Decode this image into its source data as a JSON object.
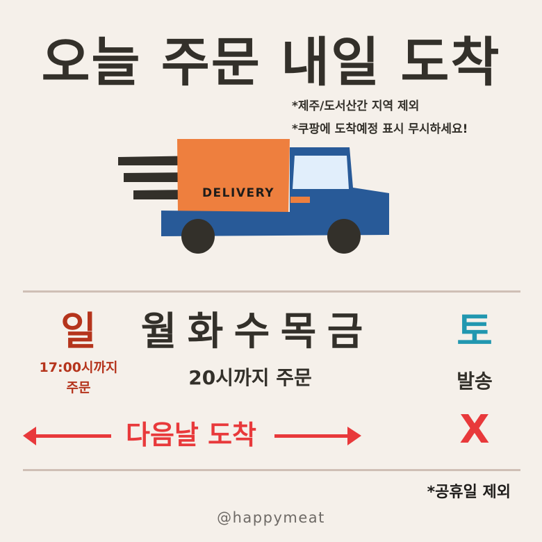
{
  "title": "오늘 주문 내일 도착",
  "notes": [
    "*제주/도서산간 지역 제외",
    "*쿠팡에 도착예정 표시 무시하세요!"
  ],
  "truck": {
    "label": "DELIVERY"
  },
  "days": {
    "sunday": "일",
    "weekdays": "월 화 수 목 금",
    "saturday": "토"
  },
  "sunday_cutoff": {
    "line1": "17:00시까지",
    "line2": "주문"
  },
  "weekday_cutoff": "20시까지 주문",
  "saturday_status": "발송",
  "arrival": "다음날 도착",
  "saturday_arrival": "X",
  "holiday_note": "*공휴일 제외",
  "handle": "@happymeat",
  "colors": {
    "background": "#f5f0ea",
    "text": "#33302a",
    "sunday": "#b5341c",
    "saturday": "#2197b0",
    "accent_red": "#e8393b",
    "truck_orange": "#ee7f3e",
    "truck_blue": "#285a98"
  }
}
